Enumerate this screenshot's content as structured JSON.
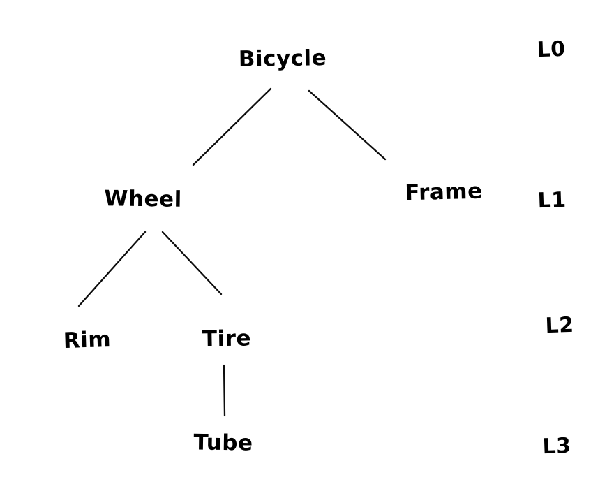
{
  "diagram": {
    "kind": "hand-drawn-tree",
    "ink_color": "#0d0d0d",
    "background_color": "#ffffff",
    "nodes": [
      {
        "id": "bicycle",
        "label": "Bicycle",
        "level": "L0"
      },
      {
        "id": "wheel",
        "label": "Wheel",
        "level": "L1"
      },
      {
        "id": "frame",
        "label": "Frame",
        "level": "L1"
      },
      {
        "id": "rim",
        "label": "Rim",
        "level": "L2"
      },
      {
        "id": "tire",
        "label": "Tire",
        "level": "L2"
      },
      {
        "id": "tube",
        "label": "Tube",
        "level": "L3"
      }
    ],
    "edges": [
      {
        "from": "bicycle",
        "to": "wheel"
      },
      {
        "from": "bicycle",
        "to": "frame"
      },
      {
        "from": "wheel",
        "to": "rim"
      },
      {
        "from": "wheel",
        "to": "tire"
      },
      {
        "from": "tire",
        "to": "tube"
      }
    ],
    "level_labels": [
      {
        "label": "L0"
      },
      {
        "label": "L1"
      },
      {
        "label": "L2"
      },
      {
        "label": "L3"
      }
    ]
  }
}
